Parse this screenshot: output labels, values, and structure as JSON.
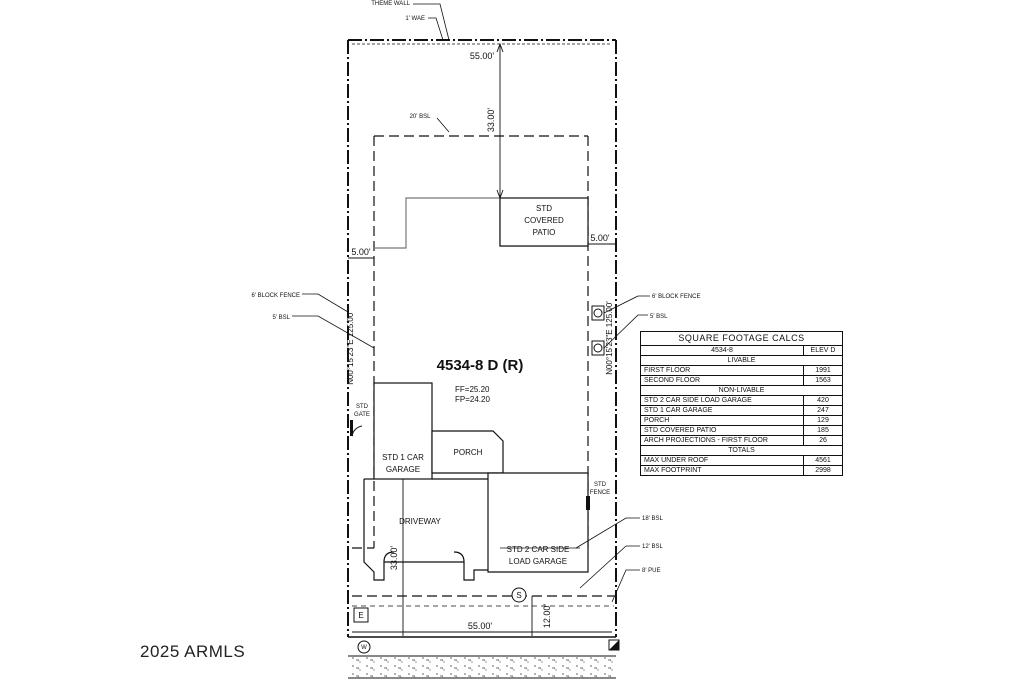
{
  "plan": {
    "theme_wall_label": "THEME WALL",
    "wae_label": "1' WAE",
    "rear_dim": "55.00'",
    "rear_setback_dim": "33.00'",
    "rear_bsl_label": "20' BSL",
    "patio_label": [
      "STD",
      "COVERED",
      "PATIO"
    ],
    "left_side_dim": "5.00'",
    "right_side_dim": "5.00'",
    "left_fence_label": "6' BLOCK FENCE",
    "left_bsl_label": "5' BSL",
    "right_fence_label": "6' BLOCK FENCE",
    "right_bsl_label": "5' BSL",
    "left_bearing": "N00°15'23\"E 125.00'",
    "right_bearing": "N00°15'23\"E 125.00'",
    "model_label": "4534-8 D (R)",
    "ff_label": "FF=25.20",
    "fp_label": "FP=24.20",
    "gate_label": [
      "STD",
      "GATE"
    ],
    "garage1_label": [
      "STD 1 CAR",
      "GARAGE"
    ],
    "porch_label": "PORCH",
    "driveway_label": "DRIVEWAY",
    "driveway_dim": "33.00'",
    "garage2_label": [
      "STD 2 CAR SIDE",
      "LOAD GARAGE"
    ],
    "right_gate_label": [
      "STD",
      "FENCE"
    ],
    "front_bsl_18": "18' BSL",
    "front_bsl_12": "12' BSL",
    "pue_label": "8' PUE",
    "front_dim": "55.00'",
    "front_setback_dim": "12.00'",
    "sewer_symbol": "S",
    "electric_symbol": "E",
    "water_symbol": "W"
  },
  "calcs": {
    "title": "SQUARE FOOTAGE CALCS",
    "header": {
      "plan": "4534-8",
      "elev": "ELEV D"
    },
    "sections": [
      {
        "name": "LIVABLE",
        "rows": [
          {
            "label": "FIRST FLOOR",
            "value": "1991"
          },
          {
            "label": "SECOND FLOOR",
            "value": "1563"
          }
        ]
      },
      {
        "name": "NON-LIVABLE",
        "rows": [
          {
            "label": "STD 2 CAR SIDE LOAD GARAGE",
            "value": "420"
          },
          {
            "label": "STD 1 CAR GARAGE",
            "value": "247"
          },
          {
            "label": "PORCH",
            "value": "129"
          },
          {
            "label": "STD COVERED PATIO",
            "value": "185"
          },
          {
            "label": "ARCH PROJECTIONS - FIRST FLOOR",
            "value": "26"
          }
        ]
      },
      {
        "name": "TOTALS",
        "rows": [
          {
            "label": "MAX UNDER ROOF",
            "value": "4561"
          },
          {
            "label": "MAX FOOTPRINT",
            "value": "2998"
          }
        ]
      }
    ]
  },
  "copyright": "2025 ARMLS"
}
